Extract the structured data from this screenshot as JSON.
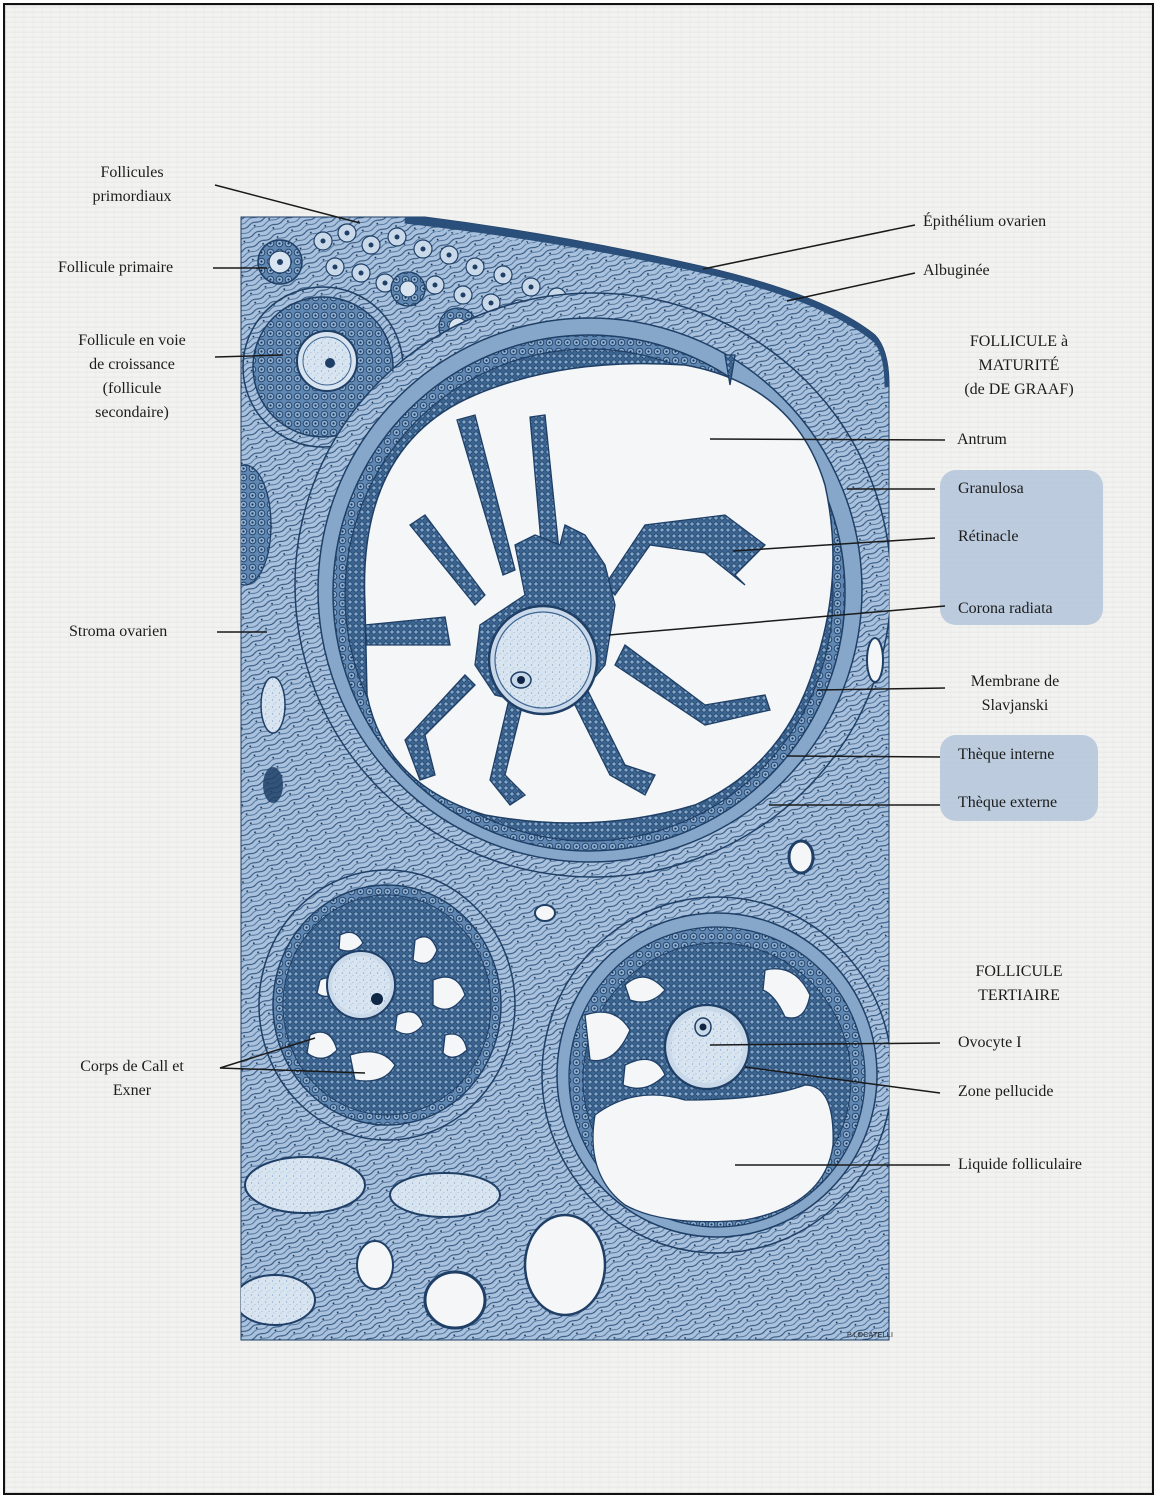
{
  "labels": {
    "follicules_primordiaux": "Follicules\nprimordiaux",
    "follicule_primaire": "Follicule primaire",
    "follicule_croissance": "Follicule en voie\nde croissance\n(follicule\nsecondaire)",
    "stroma": "Stroma ovarien",
    "corps_call_exner": "Corps de Call et\nExner",
    "epithelium": "Épithélium ovarien",
    "albuginee": "Albuginée",
    "follicule_maturite": "FOLLICULE à\nMATURITÉ\n(de DE GRAAF)",
    "antrum": "Antrum",
    "granulosa": "Granulosa",
    "retinacle": "Rétinacle",
    "corona": "Corona radiata",
    "membrane": "Membrane de\nSlavjanski",
    "theque_interne": "Thèque interne",
    "theque_externe": "Thèque externe",
    "follicule_tertiaire": "FOLLICULE\nTERTIAIRE",
    "ovocyte": "Ovocyte I",
    "zone_pellucide": "Zone pellucide",
    "liquide": "Liquide folliculaire"
  },
  "signature": "P.LOCATELLI",
  "colors": {
    "tissue": "#4f7aa6",
    "tissue_dark": "#1f3f66",
    "tissue_light": "#c9d9ea",
    "highlight": "#b8c9dc",
    "paper": "#f2f2f0"
  }
}
